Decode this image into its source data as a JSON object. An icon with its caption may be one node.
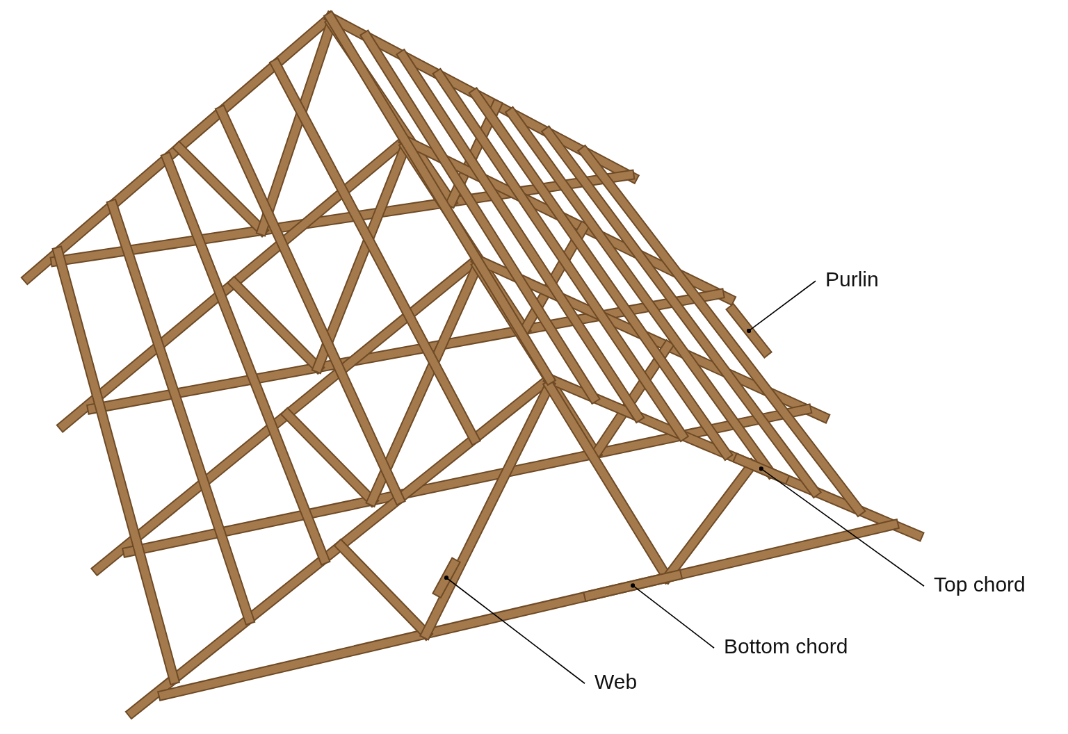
{
  "diagram": {
    "nodes": [
      {
        "text": [
          "Purlin"
        ]
      },
      {
        "text": [
          "Top chord"
        ]
      },
      {
        "text": [
          "Bottom chord"
        ]
      },
      {
        "text": [
          "Web"
        ]
      },
      {
        "text": [],
        "shape": "bar"
      },
      {
        "text": [],
        "shape": "bar"
      },
      {
        "text": [],
        "shape": "bar"
      },
      {
        "text": [],
        "shape": "bar"
      }
    ],
    "edges": [
      {
        "from": 0,
        "to": 6,
        "arrow": "other"
      },
      {
        "from": 1,
        "to": 7,
        "arrow": "other"
      },
      {
        "from": 2,
        "to": 5,
        "arrow": "other"
      },
      {
        "from": 3,
        "to": 4,
        "arrow": "other"
      }
    ]
  }
}
